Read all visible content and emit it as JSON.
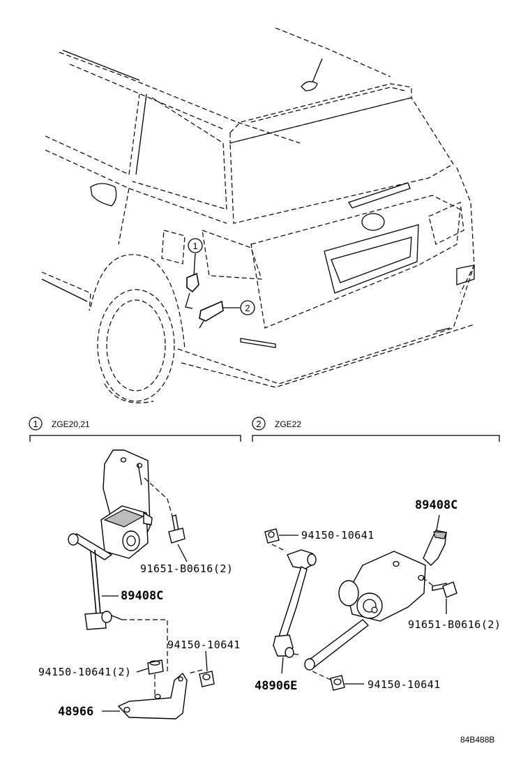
{
  "callouts": {
    "c1": "1",
    "c2": "2"
  },
  "sections": {
    "left": {
      "index": "1",
      "label": "ZGE20,21"
    },
    "right": {
      "index": "2",
      "label": "ZGE22"
    }
  },
  "left_parts": {
    "bolt": "91651-B0616(2)",
    "sensor": "89408C",
    "nut_pair": "94150-10641(2)",
    "nut_single": "94150-10641",
    "bracket": "48966"
  },
  "right_parts": {
    "sensor": "89408C",
    "nut_top": "94150-10641",
    "bolt": "91651-B0616(2)",
    "link": "48906E",
    "nut_bottom": "94150-10641"
  },
  "diagram_code": "84B488B"
}
